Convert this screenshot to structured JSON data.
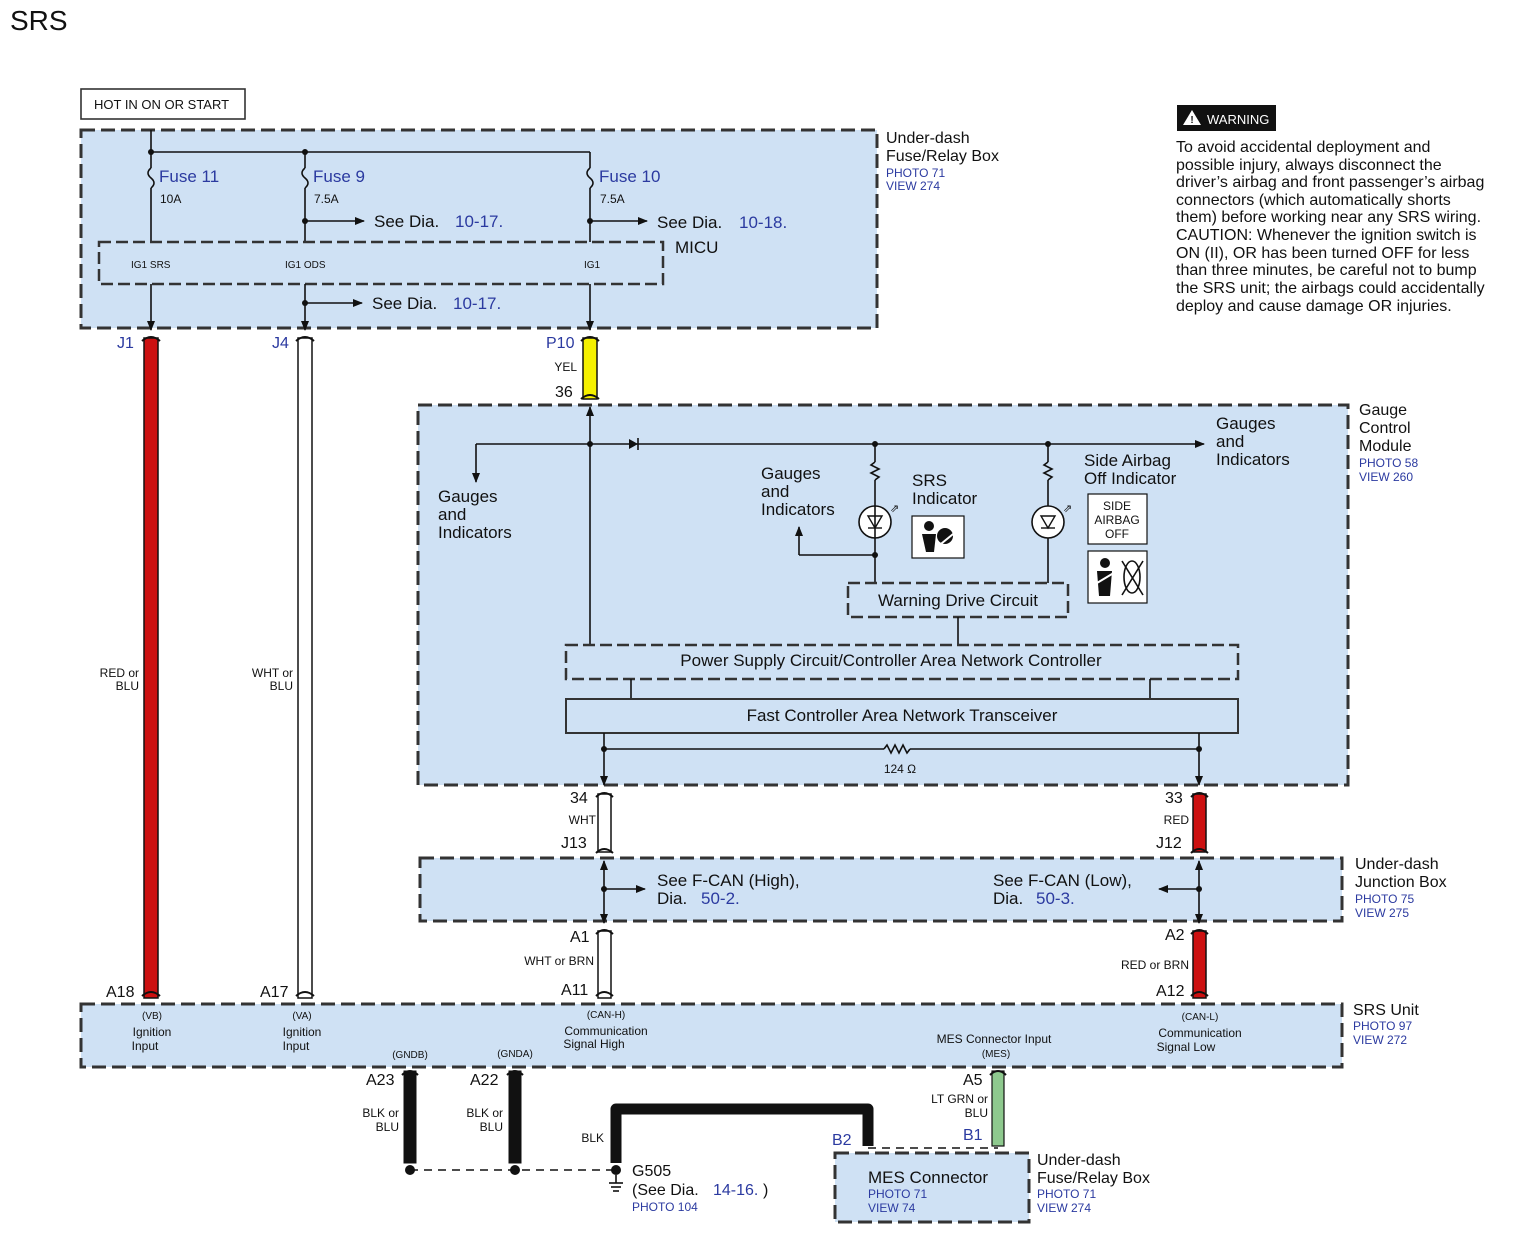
{
  "title": "SRS",
  "hot_label": "HOT IN ON OR START",
  "warning": {
    "badge": "WARNING",
    "lines": [
      "To avoid accidental deployment and",
      "possible injury, always disconnect the",
      "driver’s airbag and front passenger’s airbag",
      "connectors (which automatically shorts",
      "them) before working near any SRS wiring.",
      "CAUTION: Whenever the ignition switch is",
      "ON (II), OR has been turned OFF for less",
      "than three minutes, be careful not to bump",
      "the SRS unit; the airbags could accidentally",
      "deploy and cause damage OR injuries."
    ]
  },
  "fuse_box": {
    "name_line1": "Under-dash",
    "name_line2": "Fuse/Relay Box",
    "photo": "PHOTO 71",
    "view": "VIEW 274",
    "fuses": [
      {
        "name": "Fuse 11",
        "rating": "10A"
      },
      {
        "name": "Fuse 9",
        "rating": "7.5A"
      },
      {
        "name": "Fuse 10",
        "rating": "7.5A"
      }
    ],
    "see_prefix": "See Dia.",
    "refs": [
      "10-17.",
      "10-18.",
      "10-17."
    ],
    "micu": "MICU",
    "micu_pins": [
      "IG1 SRS",
      "IG1 ODS",
      "IG1"
    ]
  },
  "gauge_module": {
    "name_lines": [
      "Gauge",
      "Control",
      "Module"
    ],
    "photo": "PHOTO 58",
    "view": "VIEW 260",
    "gauges_left": [
      "Gauges",
      "and",
      "Indicators"
    ],
    "gauges_mid": [
      "Gauges",
      "and",
      "Indicators"
    ],
    "gauges_right": [
      "Gauges",
      "and",
      "Indicators"
    ],
    "srs_indicator": [
      "SRS",
      "Indicator"
    ],
    "side_airbag_indicator": [
      "Side Airbag",
      "Off Indicator"
    ],
    "side_airbag_icon": [
      "SIDE",
      "AIRBAG",
      "OFF"
    ],
    "warning_drive": "Warning Drive Circuit",
    "power_supply": "Power Supply Circuit/Controller Area Network Controller",
    "transceiver": "Fast Controller Area Network Transceiver",
    "resistor": "124 Ω"
  },
  "junction_box": {
    "name_line1": "Under-dash",
    "name_line2": "Junction Box",
    "photo": "PHOTO 75",
    "view": "VIEW 275",
    "high": {
      "line1": "See F-CAN (High),",
      "line2_prefix": "Dia.",
      "ref": "50-2."
    },
    "low": {
      "line1": "See F-CAN (Low),",
      "line2_prefix": "Dia.",
      "ref": "50-3."
    }
  },
  "srs_unit": {
    "name": "SRS Unit",
    "photo": "PHOTO 97",
    "view": "VIEW 272",
    "vb": {
      "code": "(VB)",
      "line1": "Ignition",
      "line2": "Input"
    },
    "va": {
      "code": "(VA)",
      "line1": "Ignition",
      "line2": "Input"
    },
    "canh": {
      "code": "(CAN-H)",
      "line1": "Communication",
      "line2": "Signal High"
    },
    "mes": {
      "line1": "MES Connector Input",
      "code": "(MES)"
    },
    "canl": {
      "code": "(CAN-L)",
      "line1": "Communication",
      "line2": "Signal Low"
    },
    "gndb": "(GNDB)",
    "gnda": "(GNDA)"
  },
  "wires": {
    "j1": {
      "connector": "J1",
      "color_line1": "RED or",
      "color_line2": "BLU",
      "pin": "A18",
      "hex": "#cc1111"
    },
    "j4": {
      "connector": "J4",
      "color_line1": "WHT or",
      "color_line2": "BLU",
      "pin": "A17",
      "hex": "#ffffff"
    },
    "p10": {
      "connector": "P10",
      "color": "YEL",
      "pin": "36",
      "hex": "#f5f000"
    },
    "j13": {
      "pin_top": "34",
      "color": "WHT",
      "connector": "J13",
      "pin_bottom": "A1",
      "color2": "WHT or BRN",
      "pin_srs": "A11"
    },
    "j12": {
      "pin_top": "33",
      "color": "RED",
      "connector": "J12",
      "pin_bottom": "A2",
      "color2": "RED or BRN",
      "pin_srs": "A12"
    },
    "a23": {
      "pin": "A23",
      "color_line1": "BLK or",
      "color_line2": "BLU"
    },
    "a22": {
      "pin": "A22",
      "color_line1": "BLK or",
      "color_line2": "BLU"
    },
    "blk": "BLK",
    "a5": {
      "pin": "A5",
      "color_line1": "LT GRN or",
      "color_line2": "BLU",
      "hex": "#8ec98e"
    },
    "b1": "B1",
    "b2": "B2"
  },
  "ground": {
    "name": "G505",
    "see_prefix": "(See Dia.",
    "ref": "14-16.",
    "close": ")",
    "photo": "PHOTO 104"
  },
  "mes_connector": {
    "name": "MES Connector",
    "photo": "PHOTO 71",
    "view": "VIEW 74"
  },
  "mes_fuse_box": {
    "name_line1": "Under-dash",
    "name_line2": "Fuse/Relay Box",
    "photo": "PHOTO 71",
    "view": "VIEW 274"
  }
}
